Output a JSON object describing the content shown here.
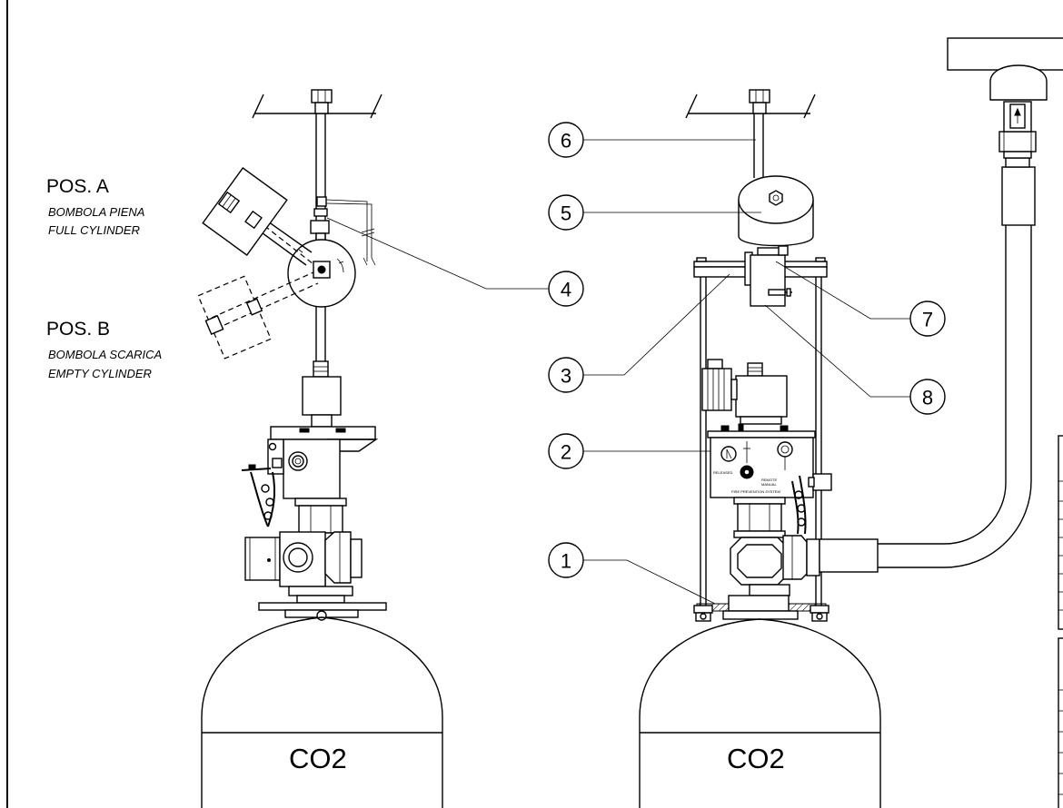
{
  "position_a": {
    "title": "POS. A",
    "line1": "BOMBOLA PIENA",
    "line2": "FULL CYLINDER"
  },
  "position_b": {
    "title": "POS. B",
    "line1": "BOMBOLA SCARICA",
    "line2": "EMPTY CYLINDER"
  },
  "cylinder_left_label": "CO2",
  "cylinder_right_label": "CO2",
  "callouts": [
    "1",
    "2",
    "3",
    "4",
    "5",
    "6",
    "7",
    "8"
  ],
  "valve_plate_text": {
    "released": "RELEASED",
    "remote": "REMOTE",
    "manual": "MANUAL",
    "brand": "FIRE PREVENTION SYSTEM"
  }
}
